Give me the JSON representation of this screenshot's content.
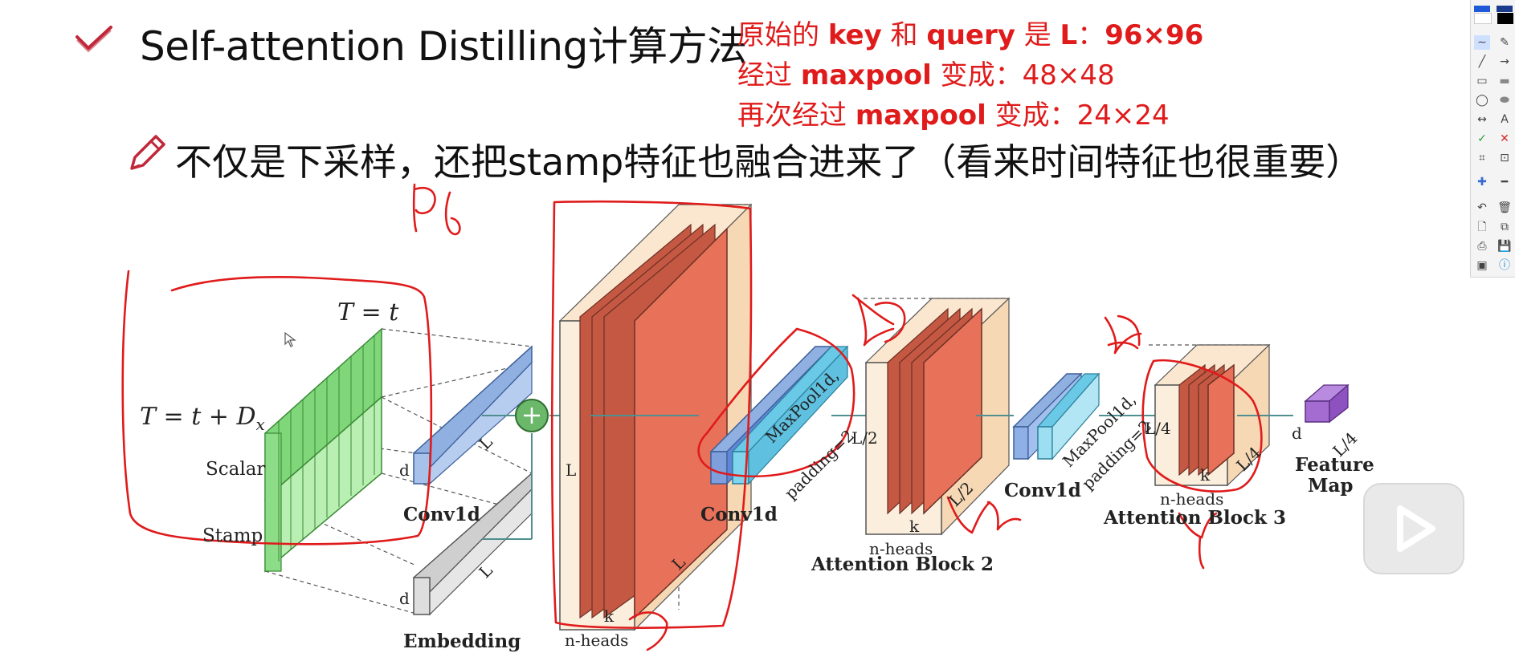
{
  "slide": {
    "title": "Self-attention Distilling计算方法",
    "subtitle": "不仅是下采样，还把stamp特征也融合进来了（看来时间特征也很重要）"
  },
  "notes": {
    "line1": {
      "pre": "原始的 ",
      "b1": "key",
      "mid1": " 和 ",
      "b2": "query",
      "mid2": " 是 ",
      "b3": "L",
      "post": "：",
      "b4": "96×96"
    },
    "line2": {
      "pre": "经过 ",
      "b1": "maxpool",
      "post": " 变成：48×48"
    },
    "line3": {
      "pre": "再次经过 ",
      "b1": "maxpool",
      "post": " 变成：24×24"
    }
  },
  "diagram": {
    "t_eq_t": "T = t",
    "t_eq_tdx": "T = t + D",
    "dx_sub": "x",
    "scalar": "Scalar",
    "stamp": "Stamp",
    "conv1d_1": "Conv1d",
    "embedding": "Embedding",
    "d1": "d",
    "d2": "d",
    "L1": "L",
    "L2": "L",
    "L_block1": "L",
    "L_block1b": "L",
    "k1": "k",
    "nheads1": "n-heads",
    "conv1d_2": "Conv1d",
    "maxpool1": "MaxPool1d,",
    "padding1": "padding=2",
    "L2_lbl": "L/2",
    "L2_lbl_b": "L/2",
    "k2": "k",
    "nheads2": "n-heads",
    "block2": "Attention Block 2",
    "conv1d_3": "Conv1d",
    "maxpool2": "MaxPool1d,",
    "padding2": "padding=2",
    "L4_lbl": "L/4",
    "L4_lbl_b": "L/4",
    "k3": "k",
    "nheads3": "n-heads",
    "block3": "Attention Block 3",
    "d_out": "d",
    "L4_out": "L/4",
    "feature": "Feature",
    "map": "Map"
  },
  "colors": {
    "annotation_red": "#e01b1b",
    "green": "#7fd77a",
    "blue": "#8fb0e0",
    "cyan": "#69c9e6",
    "attention_bg": "#fbe7cf",
    "attention_red": "#e8715a",
    "purple": "#a46bd0"
  }
}
